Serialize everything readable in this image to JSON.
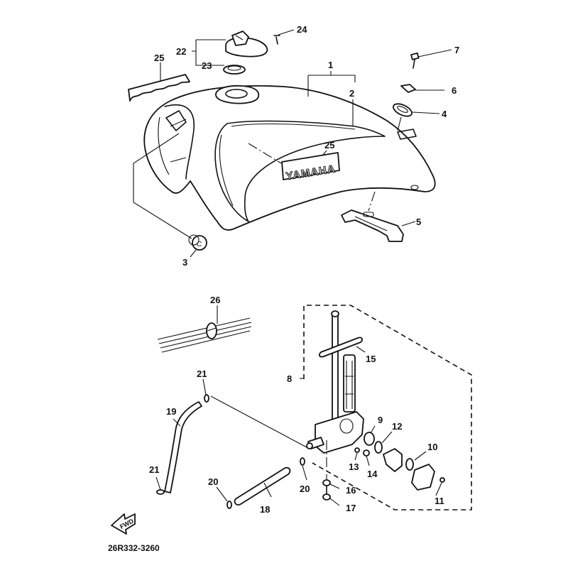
{
  "diagram": {
    "title": "Fuel Tank",
    "drawing_code": "26R332-3260",
    "forward_arrow_label": "FWD",
    "emblem_text": "YAMAHA",
    "callouts": [
      {
        "id": "1",
        "part": "fuel-tank-assembly"
      },
      {
        "id": "2",
        "part": "fuel-tank"
      },
      {
        "id": "3",
        "part": "tank-cap-nut"
      },
      {
        "id": "4",
        "part": "damper"
      },
      {
        "id": "5",
        "part": "tank-rear-bracket"
      },
      {
        "id": "6",
        "part": "washer"
      },
      {
        "id": "7",
        "part": "bolt"
      },
      {
        "id": "8",
        "part": "fuel-cock-assembly"
      },
      {
        "id": "9",
        "part": "diaphragm"
      },
      {
        "id": "10",
        "part": "o-ring"
      },
      {
        "id": "11",
        "part": "screw"
      },
      {
        "id": "12",
        "part": "gasket"
      },
      {
        "id": "13",
        "part": "spring"
      },
      {
        "id": "14",
        "part": "ball"
      },
      {
        "id": "15",
        "part": "gasket-tank"
      },
      {
        "id": "16",
        "part": "drain-bolt-gasket"
      },
      {
        "id": "17",
        "part": "drain-bolt"
      },
      {
        "id": "18",
        "part": "fuel-pipe"
      },
      {
        "id": "19",
        "part": "vacuum-pipe"
      },
      {
        "id": "20",
        "part": "clip"
      },
      {
        "id": "21",
        "part": "clip"
      },
      {
        "id": "22",
        "part": "fuel-cap-assembly"
      },
      {
        "id": "23",
        "part": "fuel-cap-gasket"
      },
      {
        "id": "24",
        "part": "screw"
      },
      {
        "id": "25",
        "part": "emblem"
      },
      {
        "id": "26",
        "part": "wire-clamp"
      }
    ]
  }
}
